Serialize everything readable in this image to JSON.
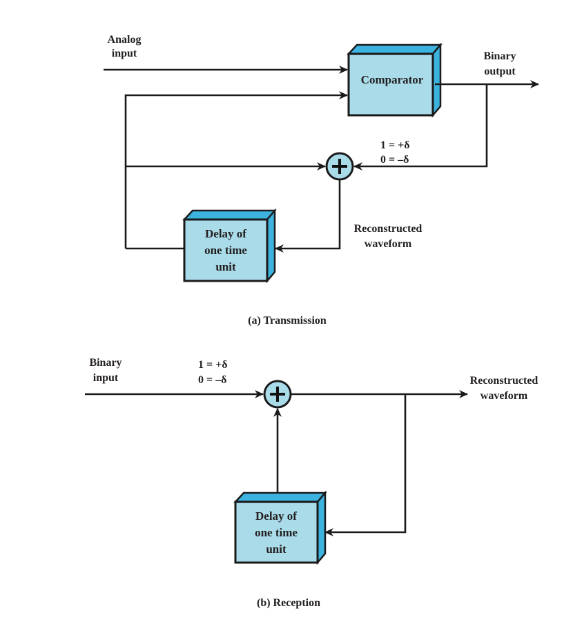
{
  "diagram": {
    "transmission": {
      "caption": "(a) Transmission",
      "analog_input_label": [
        "Analog",
        "input"
      ],
      "comparator_label": "Comparator",
      "binary_output_label": [
        "Binary",
        "output"
      ],
      "mapping_label": [
        "1 = +δ",
        "0 = –δ"
      ],
      "summer_symbol": "+",
      "delay_label": [
        "Delay of",
        "one time",
        "unit"
      ],
      "reconstructed_label": [
        "Reconstructed",
        "waveform"
      ]
    },
    "reception": {
      "caption": "(b) Reception",
      "binary_input_label": [
        "Binary",
        "input"
      ],
      "mapping_label": [
        "1 = +δ",
        "0 = –δ"
      ],
      "summer_symbol": "+",
      "delay_label": [
        "Delay of",
        "one time",
        "unit"
      ],
      "reconstructed_label": [
        "Reconstructed",
        "waveform"
      ]
    },
    "colors": {
      "block_face": "#a9dbe9",
      "block_side": "#3cb2df",
      "line": "#1a1a1a"
    }
  }
}
